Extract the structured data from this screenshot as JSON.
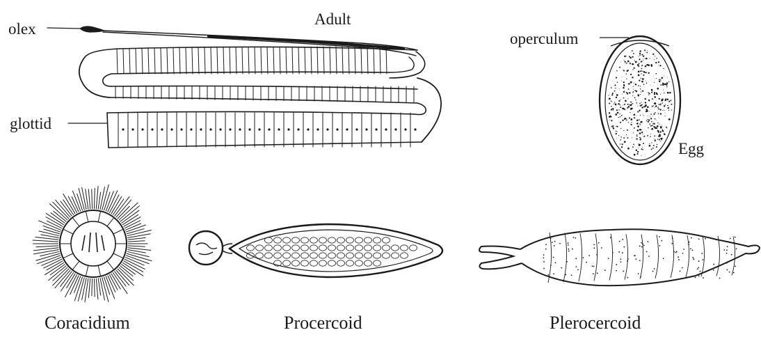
{
  "labels": {
    "scolex": "olex",
    "adult": "Adult",
    "bothridium": "glottid",
    "operculum": "operculum",
    "egg": "Egg",
    "coracidium": "Coracidium",
    "procercoid": "Procercoid",
    "plerocercoid": "Plerocercoid"
  },
  "colors": {
    "ink": "#1a1a1a",
    "background": "#ffffff"
  }
}
